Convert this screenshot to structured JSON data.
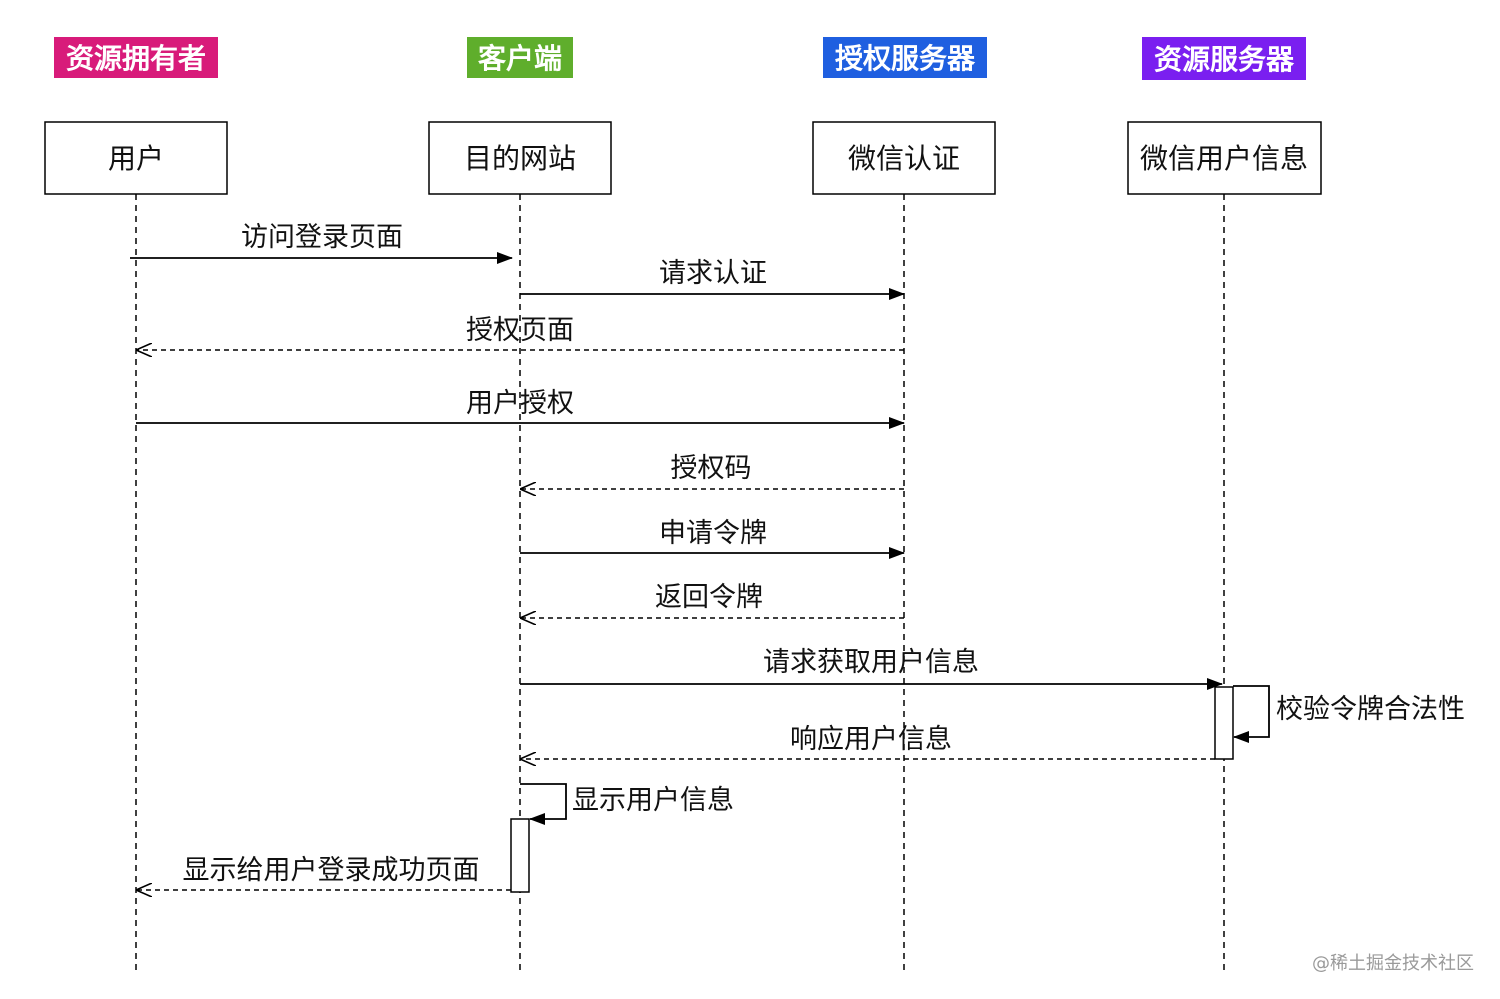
{
  "roles": [
    {
      "label": "资源拥有者",
      "color": "#d81b7a"
    },
    {
      "label": "客户端",
      "color": "#5fae2c"
    },
    {
      "label": "授权服务器",
      "color": "#1f5fe0"
    },
    {
      "label": "资源服务器",
      "color": "#7a1ff0"
    }
  ],
  "participants": [
    {
      "label": "用户"
    },
    {
      "label": "目的网站"
    },
    {
      "label": "微信认证"
    },
    {
      "label": "微信用户信息"
    }
  ],
  "messages": [
    {
      "label": "访问登录页面",
      "from": 0,
      "to": 1,
      "style": "solid"
    },
    {
      "label": "请求认证",
      "from": 1,
      "to": 2,
      "style": "solid"
    },
    {
      "label": "授权页面",
      "from": 2,
      "to": 0,
      "style": "dashed"
    },
    {
      "label": "用户授权",
      "from": 0,
      "to": 2,
      "style": "solid"
    },
    {
      "label": "授权码",
      "from": 2,
      "to": 1,
      "style": "dashed"
    },
    {
      "label": "申请令牌",
      "from": 1,
      "to": 2,
      "style": "solid"
    },
    {
      "label": "返回令牌",
      "from": 2,
      "to": 1,
      "style": "dashed"
    },
    {
      "label": "请求获取用户信息",
      "from": 1,
      "to": 3,
      "style": "solid"
    },
    {
      "label": "校验令牌合法性",
      "from": 3,
      "to": 3,
      "style": "self"
    },
    {
      "label": "响应用户信息",
      "from": 3,
      "to": 1,
      "style": "dashed"
    },
    {
      "label": "显示用户信息",
      "from": 1,
      "to": 1,
      "style": "self"
    },
    {
      "label": "显示给用户登录成功页面",
      "from": 1,
      "to": 0,
      "style": "dashed"
    }
  ],
  "watermark": "@稀土掘金技术社区"
}
